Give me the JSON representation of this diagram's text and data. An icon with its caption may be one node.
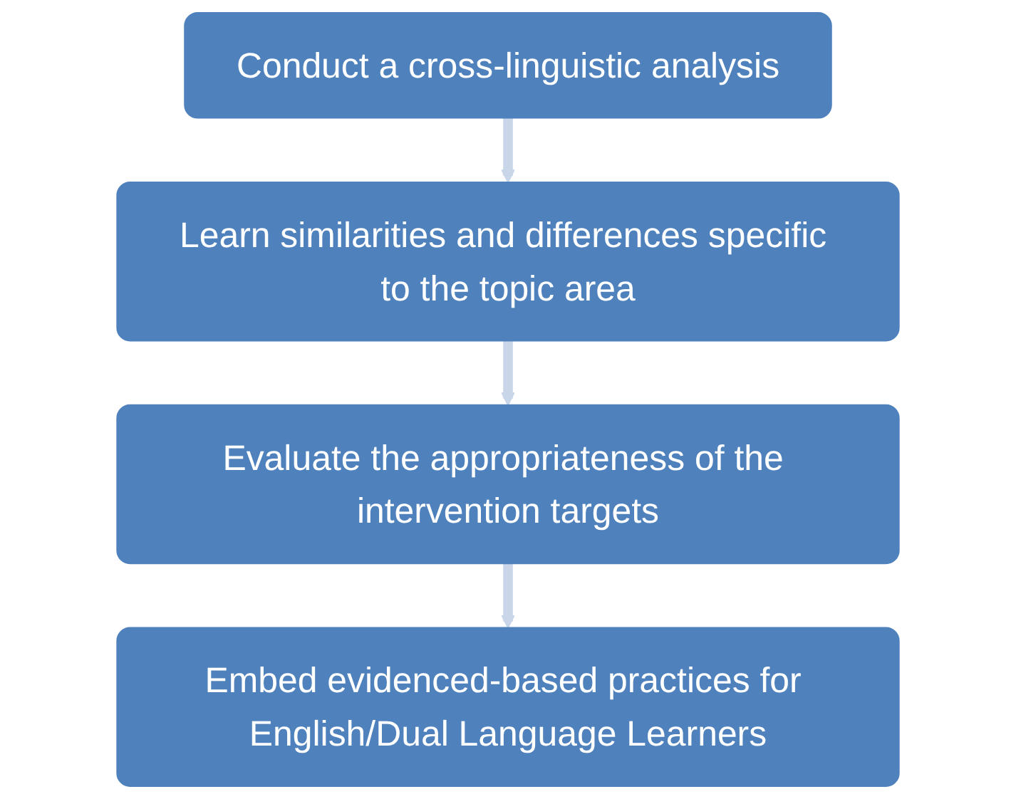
{
  "diagram": {
    "nodes": [
      {
        "text": [
          "Conduct a cross-linguistic analysis"
        ]
      },
      {
        "text": [
          "Learn similarities and differences specific to the topic area"
        ]
      },
      {
        "text": [
          "Evaluate the appropriateness of the intervention targets"
        ]
      },
      {
        "text": [
          "Embed evidenced-based practices for English/Dual Language Learners"
        ]
      }
    ],
    "edges": [
      {
        "from": 0,
        "to": 1,
        "arrow": "to"
      },
      {
        "from": 1,
        "to": 2,
        "arrow": "to"
      },
      {
        "from": 2,
        "to": 3,
        "arrow": "to"
      }
    ]
  }
}
